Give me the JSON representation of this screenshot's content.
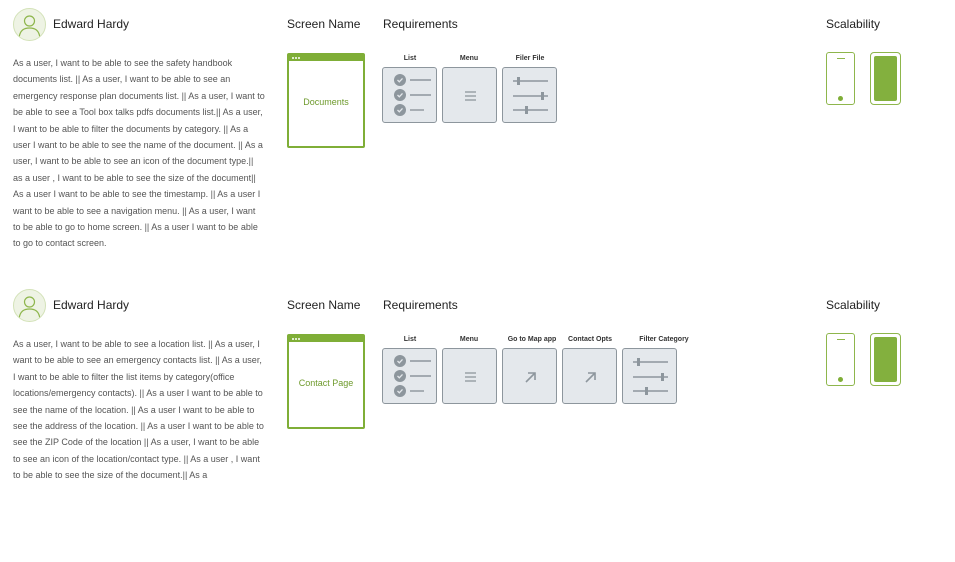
{
  "colors": {
    "accent": "#7fae37",
    "box_fill": "#e4e8ec",
    "box_border": "#8d969d"
  },
  "headers": {
    "screen_name": "Screen Name",
    "requirements": "Requirements",
    "scalability": "Scalability"
  },
  "stories": [
    {
      "author": "Edward Hardy",
      "description": "As a user, I want to be able to see the safety handbook documents list. || As a user, I want to be able to see an emergency response plan documents list. || As a user, I want to be able to see a Tool box talks pdfs documents list.|| As a user, I want to be able to filter the documents by category. || As a user I want to be able to see the name of the document. || As a user, I want to be able to see an icon of the document type.|| as a user , I want to be able to see the size of the document|| As a user I want to be able to see the timestamp. || As a user I want to be able to see a navigation menu. || As a user, I want to be able to go to home screen. || As a user I want to be able to go to contact screen.",
      "screen_name": "Documents",
      "requirements": [
        {
          "label": "List",
          "icon": "list-check-icon"
        },
        {
          "label": "Menu",
          "icon": "menu-icon"
        },
        {
          "label": "Filer File",
          "icon": "sliders-icon"
        }
      ]
    },
    {
      "author": "Edward Hardy",
      "description": "As a user, I want to be able to see a location list. || As a user, I want to be able to see an emergency contacts list. || As a user, I want to be able to filter the list items by category(office locations/emergency contacts). || As a user I want to be able to see the name of the location. || As a user I want to be able to see the address of the location. || As a user I want to be able to see the ZIP Code of the location || As a user, I want to be able to see an icon of the location/contact type. || As a user , I want to be able to see the size of the document.|| As a",
      "screen_name": "Contact Page",
      "requirements": [
        {
          "label": "List",
          "icon": "list-check-icon"
        },
        {
          "label": "Menu",
          "icon": "menu-icon"
        },
        {
          "label": "Go to Map app",
          "icon": "arrow-up-right-icon"
        },
        {
          "label": "Contact Opts",
          "icon": "arrow-up-right-icon"
        },
        {
          "label": "Filter Category",
          "icon": "sliders-icon"
        }
      ]
    }
  ]
}
